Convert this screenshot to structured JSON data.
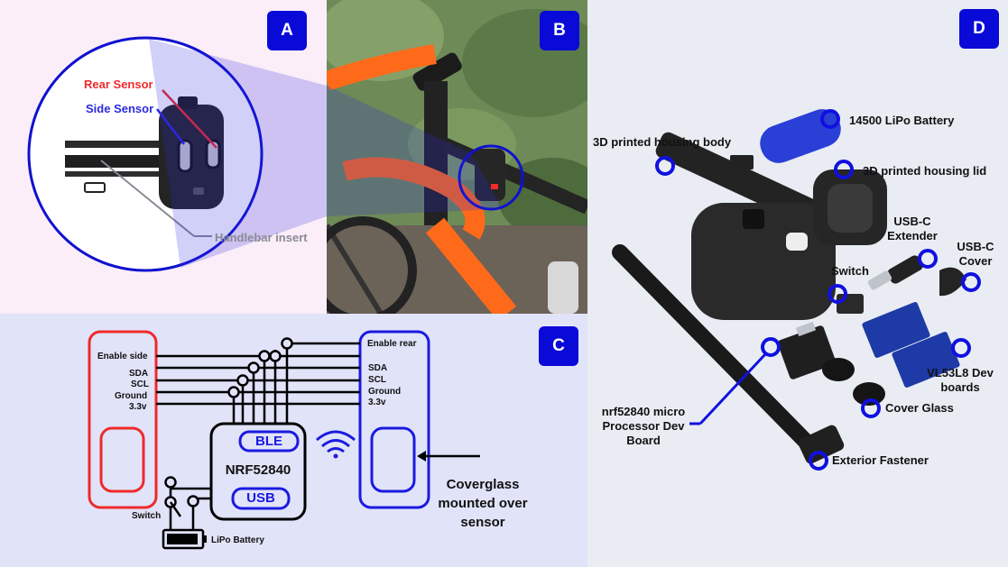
{
  "panels": {
    "a": {
      "badge": "A",
      "rear_sensor": "Rear Sensor",
      "side_sensor": "Side Sensor",
      "handlebar_insert": "Handlebar insert"
    },
    "b": {
      "badge": "B"
    },
    "c": {
      "badge": "C",
      "left_pins": {
        "enable": "Enable side",
        "sda": "SDA",
        "scl": "SCL",
        "ground": "Ground",
        "v33": "3.3v"
      },
      "right_pins": {
        "enable": "Enable rear",
        "sda": "SDA",
        "scl": "SCL",
        "ground": "Ground",
        "v33": "3.3v"
      },
      "ble": "BLE",
      "chip": "NRF52840",
      "usb": "USB",
      "switch": "Switch",
      "battery": "LiPo Battery",
      "coverglass_note": "Coverglass mounted over sensor"
    },
    "d": {
      "badge": "D",
      "battery": "14500 LiPo Battery",
      "housing_body": "3D printed housing body",
      "housing_lid": "3D printed housing lid",
      "usbc_extender": "USB-C Extender",
      "usbc_cover": "USB-C Cover",
      "switch": "Switch",
      "dev_boards": "VL53L8 Dev boards",
      "processor": "nrf52840 micro Processor Dev Board",
      "cover_glass": "Cover Glass",
      "fastener": "Exterior Fastener"
    }
  },
  "colors": {
    "badge": "#0a0ad8",
    "rear": "#ee2b2b",
    "side": "#2a2adf",
    "insert": "#8a8a96",
    "panel_c_bg": "#e1e3f9",
    "panel_a_bg": "#fbeef8"
  }
}
